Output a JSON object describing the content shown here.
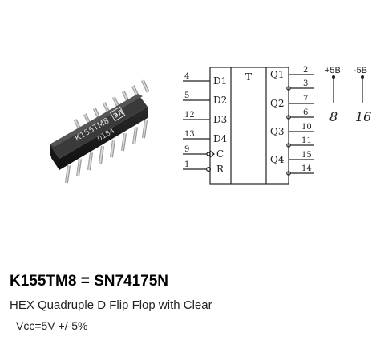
{
  "chip": {
    "marking_line1": "К155ТМ8",
    "marking_line2": "0184",
    "logo": "ЭЛ"
  },
  "schematic": {
    "box_label": "T",
    "inputs": [
      {
        "pin": "4",
        "label": "D1"
      },
      {
        "pin": "5",
        "label": "D2"
      },
      {
        "pin": "12",
        "label": "D3"
      },
      {
        "pin": "13",
        "label": "D4"
      },
      {
        "pin": "9",
        "label": "C"
      },
      {
        "pin": "1",
        "label": "R"
      }
    ],
    "outputs": [
      {
        "label": "Q1",
        "pin": "2",
        "inv_pin": "3"
      },
      {
        "label": "Q2",
        "pin": "7",
        "inv_pin": "6"
      },
      {
        "label": "Q3",
        "pin": "10",
        "inv_pin": "11"
      },
      {
        "label": "Q4",
        "pin": "15",
        "inv_pin": "14"
      }
    ],
    "power": [
      {
        "label": "+5B",
        "pin": "8"
      },
      {
        "label": "-5B",
        "pin": "16"
      }
    ]
  },
  "text": {
    "title": "K155TM8 = SN74175N",
    "subtitle": "HEX Quadruple D Flip Flop with Clear",
    "vcc": "Vcc=5V +/-5%"
  }
}
